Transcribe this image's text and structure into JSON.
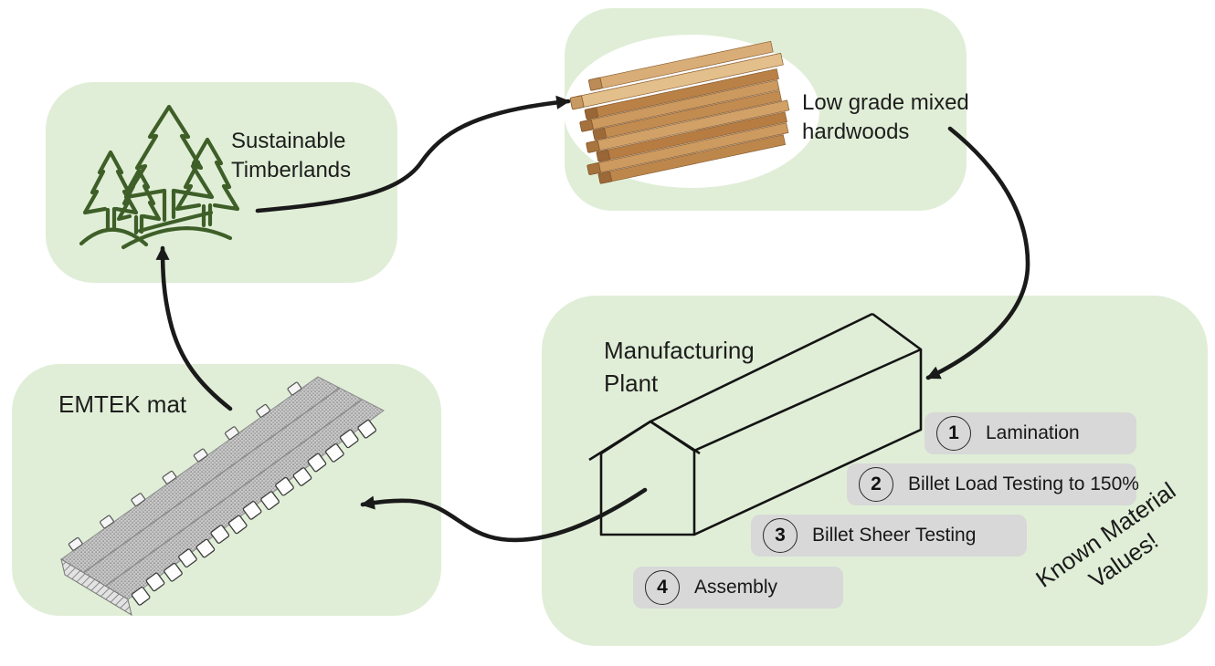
{
  "diagram": {
    "nodes": {
      "timberlands": {
        "lines": [
          "Sustainable",
          "Timberlands"
        ]
      },
      "hardwoods": {
        "lines": [
          "Low grade mixed",
          "hardwoods"
        ]
      },
      "manufacturing": {
        "lines": [
          "Manufacturing",
          "Plant"
        ]
      },
      "emtek": {
        "label": "EMTEK mat"
      }
    },
    "steps": [
      {
        "num": "1",
        "label": "Lamination"
      },
      {
        "num": "2",
        "label": "Billet Load Testing to 150%"
      },
      {
        "num": "3",
        "label": "Billet Sheer Testing"
      },
      {
        "num": "4",
        "label": "Assembly"
      }
    ],
    "note": {
      "lines": [
        "Known Material",
        "Values!"
      ]
    },
    "icons": [
      "forest-icon",
      "lumber-stack-image",
      "factory-outline-drawing",
      "emtek-mat-drawing",
      "arrow-icon"
    ],
    "colors": {
      "box_green": "#e0eed7",
      "badge_grey": "#d8d8d8",
      "forest_green": "#3e5f28",
      "arrow_black": "#1a1a1a",
      "text_black": "#1d1d1d"
    }
  }
}
